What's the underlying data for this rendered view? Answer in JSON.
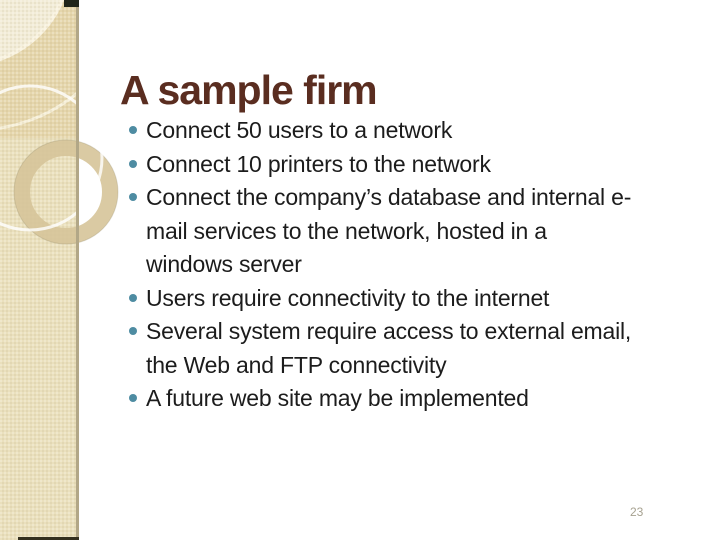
{
  "slide": {
    "title": "A sample firm",
    "bullets": [
      [
        "Connect 50 users to a network"
      ],
      [
        "Connect 10 printers to the network"
      ],
      [
        "Connect the company’s database and internal e-",
        "mail services to the network, hosted in a",
        "windows server"
      ],
      [
        "Users require connectivity to the internet"
      ],
      [
        "Several system require access to external email,",
        "the Web and FTP connectivity"
      ],
      [
        "A future web site may be implemented"
      ]
    ],
    "page_number": "23"
  },
  "colors": {
    "title": "#5A2D20",
    "body_text": "#1C1C1C",
    "bullet_dot": "#4E8CA2",
    "page_number": "#A7A291",
    "sidebar_base": "#EAE0BD",
    "sidebar_upper": "#E5D6AC",
    "sidebar_highlight": "#F2ECD7",
    "sidebar_border": "#B2A787",
    "ring": "#D6C499",
    "accent_dark": "#20251A",
    "background": "#FFFFFF"
  }
}
